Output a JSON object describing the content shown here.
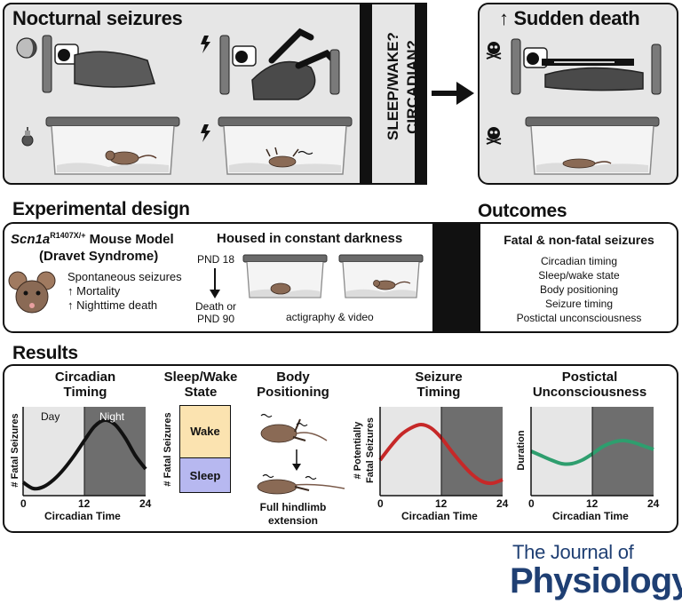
{
  "top": {
    "left_title": "Nocturnal seizures",
    "middle_label_1": "SLEEP/WAKE?",
    "middle_label_2": "CIRCADIAN?",
    "right_arrow_glyph": "↑",
    "right_title": "Sudden death"
  },
  "design": {
    "title": "Experimental design",
    "model_gene": "Scn1a",
    "model_sup": "R1407X/+",
    "model_suffix": " Mouse Model",
    "model_sub": "(Dravet Syndrome)",
    "features": [
      "Spontaneous seizures",
      "↑ Mortality",
      "↑ Nighttime death"
    ],
    "housed_title": "Housed in constant darkness",
    "start": "PND 18",
    "end_line1": "Death or",
    "end_line2": "PND 90",
    "recording": "actigraphy & video"
  },
  "outcomes": {
    "title": "Outcomes",
    "subtitle": "Fatal & non-fatal seizures",
    "items": [
      "Circadian timing",
      "Sleep/wake state",
      "Body positioning",
      "Seizure timing",
      "Postictal unconsciousness"
    ]
  },
  "results": {
    "title": "Results",
    "circadian": {
      "title1": "Circadian",
      "title2": "Timing",
      "ylabel": "# Fatal Seizures",
      "xlabel": "Circadian Time",
      "day": "Day",
      "night": "Night",
      "ticks": [
        "0",
        "12",
        "24"
      ]
    },
    "sleepwake": {
      "title1": "Sleep/Wake",
      "title2": "State",
      "ylabel": "# Fatal Seizures",
      "wake": "Wake",
      "sleep": "Sleep"
    },
    "body": {
      "title1": "Body",
      "title2": "Positioning",
      "caption1": "Full hindlimb",
      "caption2": "extension"
    },
    "seizure": {
      "title": "Seizure",
      "title2": "Timing",
      "ylabel1": "# Potentially",
      "ylabel2": "Fatal Seizures",
      "xlabel": "Circadian Time",
      "ticks": [
        "0",
        "12",
        "24"
      ]
    },
    "postictal": {
      "title1": "Postictal",
      "title2": "Unconsciousness",
      "ylabel": "Duration",
      "xlabel": "Circadian Time",
      "ticks": [
        "0",
        "12",
        "24"
      ]
    }
  },
  "journal": {
    "line1": "The Journal of",
    "line2": "Physiology"
  },
  "colors": {
    "night": "#6e6e6e",
    "day": "#e6e6e6",
    "wake": "#fbe3b0",
    "sleep": "#b7b8f0",
    "seizure_curve": "#c62828",
    "postictal_curve": "#2e9e6e",
    "journal": "#1f3f73"
  },
  "chart_data": [
    {
      "type": "line",
      "title": "Circadian Timing",
      "xlabel": "Circadian Time",
      "ylabel": "# Fatal Seizures",
      "xlim": [
        0,
        24
      ],
      "x": [
        0,
        2,
        4,
        6,
        8,
        10,
        12,
        14,
        16,
        18,
        20,
        22,
        24
      ],
      "y": [
        0.15,
        0.08,
        0.1,
        0.18,
        0.3,
        0.45,
        0.62,
        0.78,
        0.85,
        0.8,
        0.65,
        0.45,
        0.3
      ]
    },
    {
      "type": "bar",
      "title": "Sleep/Wake State",
      "ylabel": "# Fatal Seizures",
      "categories": [
        "Wake",
        "Sleep"
      ],
      "values": [
        0.55,
        0.45
      ]
    },
    {
      "type": "line",
      "title": "Seizure Timing",
      "xlabel": "Circadian Time",
      "ylabel": "# Potentially Fatal Seizures",
      "xlim": [
        0,
        24
      ],
      "x": [
        0,
        2,
        4,
        6,
        8,
        10,
        12,
        14,
        16,
        18,
        20,
        22,
        24
      ],
      "y": [
        0.4,
        0.55,
        0.68,
        0.76,
        0.8,
        0.76,
        0.65,
        0.5,
        0.36,
        0.24,
        0.16,
        0.14,
        0.18
      ]
    },
    {
      "type": "line",
      "title": "Postictal Unconsciousness",
      "xlabel": "Circadian Time",
      "ylabel": "Duration",
      "xlim": [
        0,
        24
      ],
      "x": [
        0,
        2,
        4,
        6,
        8,
        10,
        12,
        14,
        16,
        18,
        20,
        22,
        24
      ],
      "y": [
        0.5,
        0.45,
        0.4,
        0.36,
        0.36,
        0.4,
        0.47,
        0.55,
        0.6,
        0.62,
        0.6,
        0.56,
        0.52
      ]
    }
  ]
}
